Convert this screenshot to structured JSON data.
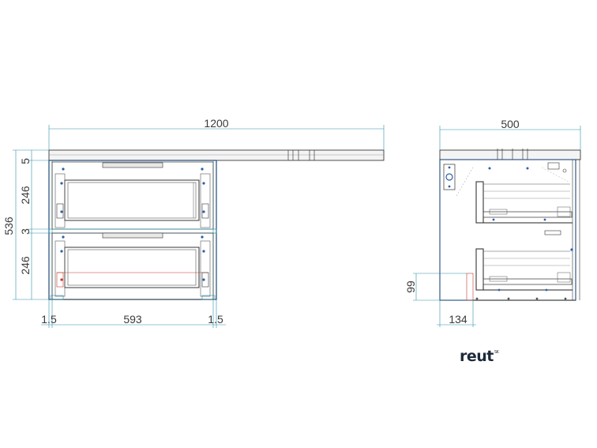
{
  "dimensions": {
    "overall_width": "1200",
    "depth": "500",
    "height_total": "536",
    "top_thickness": "5",
    "drawer_upper": "246",
    "gap": "3",
    "drawer_lower": "246",
    "side_left": "1.5",
    "cabinet_width": "593",
    "side_right": "1.5",
    "plinth_height": "99",
    "plinth_depth": "134"
  },
  "logo": {
    "text": "reut",
    "mark": "SK"
  },
  "colors": {
    "line": "#222222",
    "dimension": "#2b8fa8",
    "cabinet_outline": "#1f4a7a",
    "accent": "#c0392b"
  }
}
